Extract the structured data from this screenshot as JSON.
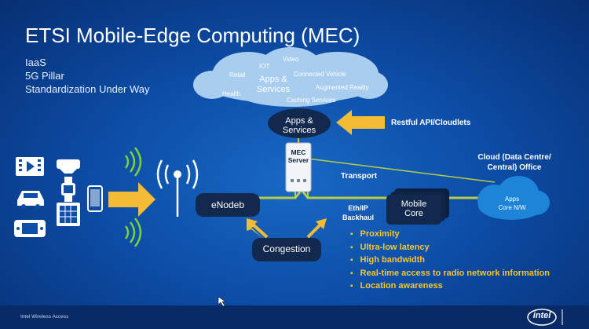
{
  "slide": {
    "title": "ETSI Mobile-Edge Computing (MEC)",
    "bullets": [
      "IaaS",
      "5G Pillar",
      "Standardization Under Way"
    ]
  },
  "cloud": {
    "center": [
      "Apps &",
      "Services"
    ],
    "items": [
      "IOT",
      "Video",
      "Retail",
      "Connected Vehicle",
      "Health",
      "Augmented Reality",
      "Caching Services"
    ]
  },
  "apps_services_node": [
    "Apps &",
    "Services"
  ],
  "restful_label": "Restful API/Cloudlets",
  "mec_server": [
    "MEC",
    "Server"
  ],
  "transport_label": "Transport",
  "cloud_office": [
    "Cloud (Data Centre/",
    "Central) Office"
  ],
  "apps_core": [
    "Apps",
    "Core N/W"
  ],
  "enodeb": "eNodeb",
  "mobile_core": [
    "Mobile",
    "Core"
  ],
  "eth_ip": [
    "Eth/IP",
    "Backhaul"
  ],
  "congestion": "Congestion",
  "features": [
    "Proximity",
    "Ultra-low latency",
    "High bandwidth",
    "Real-time access to radio network information",
    "Location awareness"
  ],
  "footer": {
    "left": "Intel Wireless Access",
    "logo": "intel"
  },
  "colors": {
    "arrow": "#f4bb34",
    "feature_text": "#f7c62f",
    "line": "#b8c94a",
    "node": "#12284d",
    "cloud": "#9fc6ec"
  },
  "icons": [
    "video-icon",
    "vr-goggles-icon",
    "car-icon",
    "smartwatch-icon",
    "phone-icon",
    "tablet-icon",
    "game-console-icon",
    "radio-tower-icon",
    "wifi-signal-icon"
  ]
}
